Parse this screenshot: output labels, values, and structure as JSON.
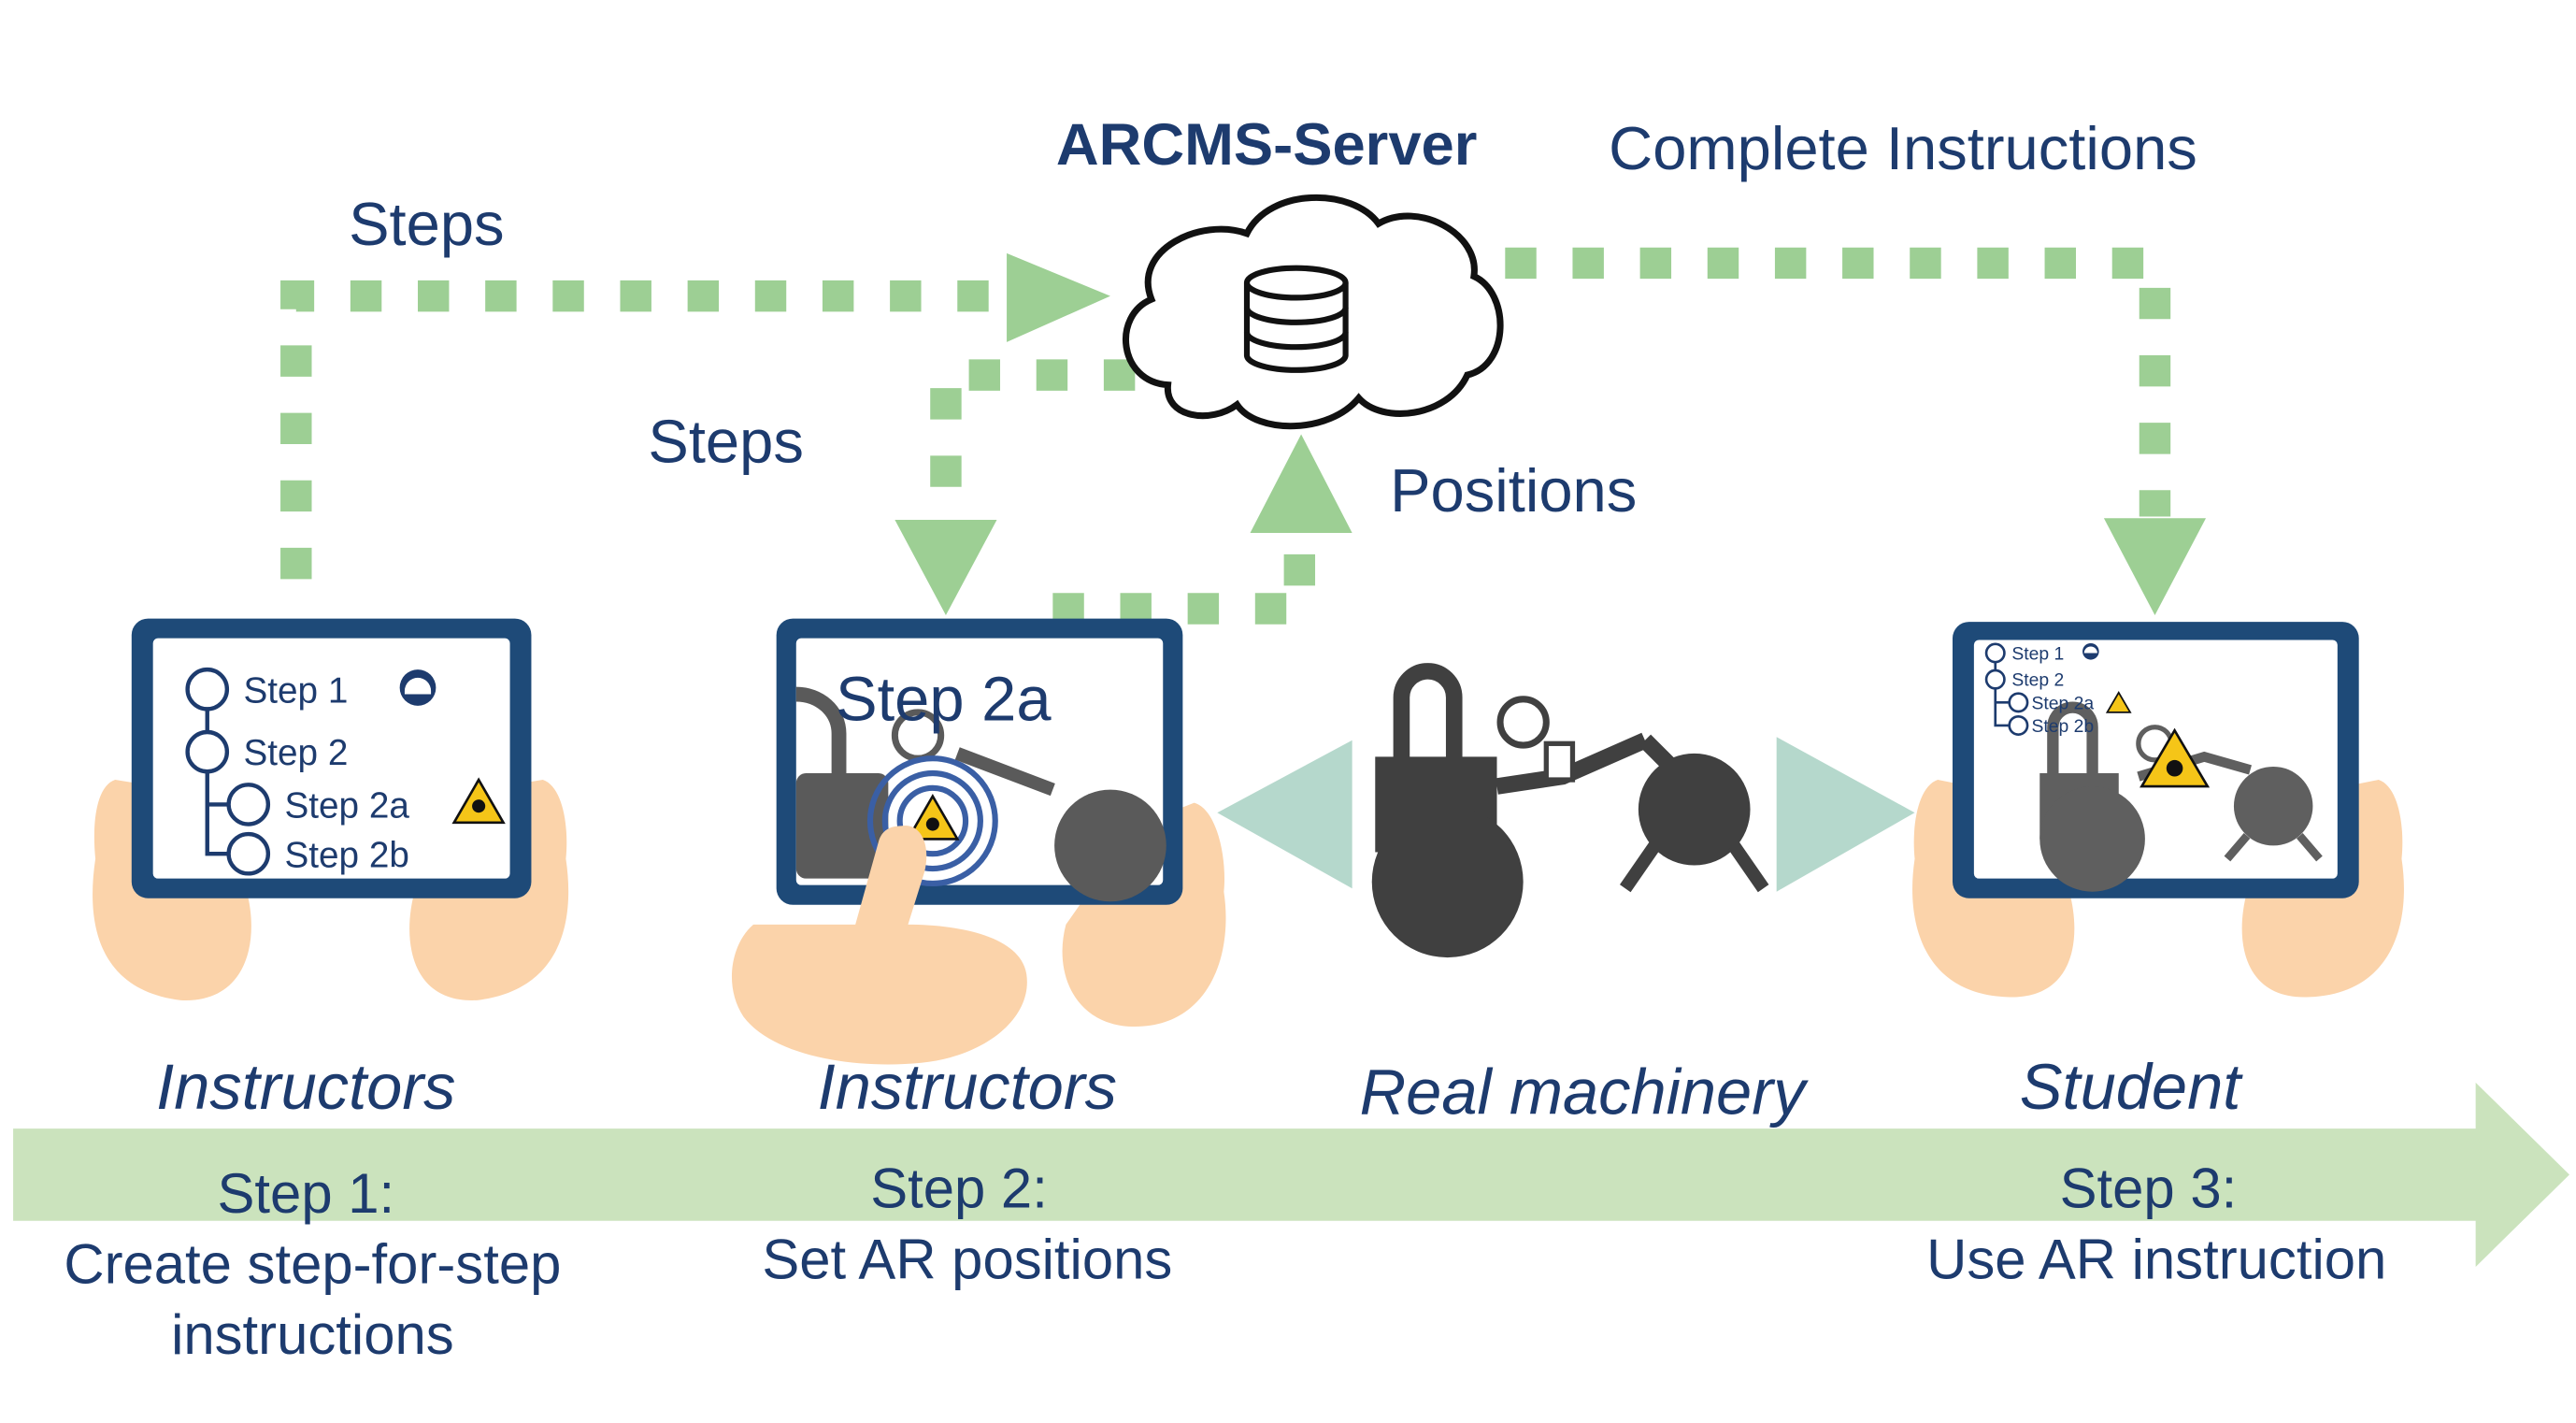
{
  "server": {
    "title": "ARCMS-Server"
  },
  "flows": {
    "steps_top": "Steps",
    "steps_mid": "Steps",
    "positions": "Positions",
    "complete": "Complete Instructions"
  },
  "tablet1": {
    "items": [
      "Step 1",
      "Step 2",
      "Step 2a",
      "Step 2b"
    ]
  },
  "tablet2": {
    "overlay": "Step 2a"
  },
  "tablet3": {
    "items": [
      "Step 1",
      "Step 2",
      "Step 2a",
      "Step 2b"
    ]
  },
  "actors": {
    "instructors_1": "Instructors",
    "instructors_2": "Instructors",
    "machinery": "Real machinery",
    "student": "Student"
  },
  "timeline": {
    "step1_title": "Step 1:",
    "step1_desc_1": "Create step-for-step",
    "step1_desc_2": "instructions",
    "step2_title": "Step 2:",
    "step2_desc": "Set AR positions",
    "step3_title": "Step 3:",
    "step3_desc": "Use AR instruction"
  },
  "colors": {
    "navy": "#1d3b6e",
    "flow_green": "#9dcf94",
    "timeline_green": "#cbe3bd",
    "skin": "#fbd3aa",
    "machine": "#404040",
    "warning": "#f5c518"
  },
  "icons": [
    "database-icon",
    "cloud-icon",
    "helmet-icon",
    "warning-icon",
    "target-icon",
    "machine-icon",
    "hand-icon"
  ]
}
